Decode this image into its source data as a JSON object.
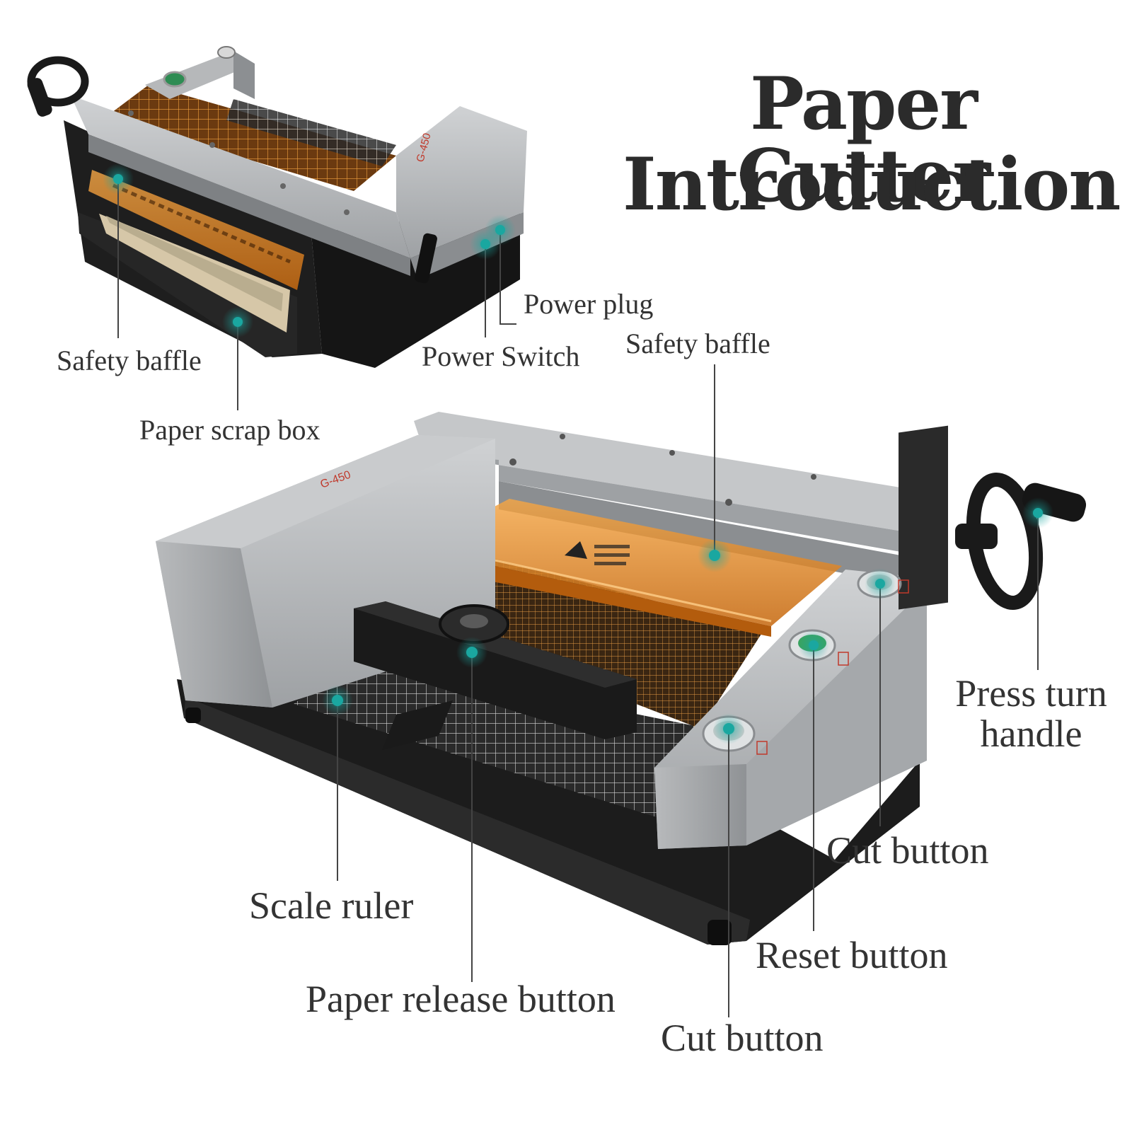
{
  "title": {
    "line1": "Paper Cutter",
    "line2": "Introduction"
  },
  "callouts": {
    "top_safety_baffle": "Safety baffle",
    "paper_scrap_box": "Paper scrap box",
    "power_switch": "Power Switch",
    "power_plug": "Power plug",
    "main_safety_baffle": "Safety baffle",
    "press_turn_handle": "Press turn\nhandle",
    "cut_button_upper": "Cut button",
    "scale_ruler": "Scale ruler",
    "reset_button": "Reset button",
    "paper_release_button": "Paper release button",
    "cut_button_lower": "Cut button"
  },
  "model_marking": "G-450",
  "colors": {
    "metal": "#a9acae",
    "metal_light": "#c7c9cb",
    "base": "#1f1f1f",
    "baffle": "#e48a2e",
    "callout_dot": "#1aa7a0",
    "text": "#333333"
  }
}
